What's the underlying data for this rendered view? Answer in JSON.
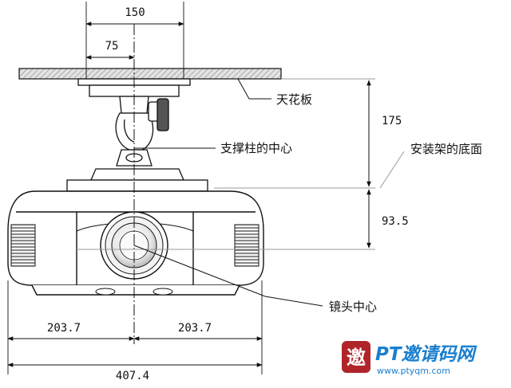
{
  "dimensions": {
    "mount_width": "150",
    "mount_half_width": "75",
    "ceiling_to_base": "175",
    "base_to_lens": "93.5",
    "left_half": "203.7",
    "right_half": "203.7",
    "total_width": "407.4"
  },
  "labels": {
    "ceiling": "天花板",
    "support_column_center": "支撑柱的中心",
    "mount_base": "安装架的底面",
    "lens_center": "镜头中心"
  },
  "watermark": {
    "seal_char": "邀",
    "brand": "PT邀请码网",
    "url": "www.ptyqm.com"
  },
  "colors": {
    "line": "#111111",
    "guide": "#9a9a9a",
    "ceiling_fill": "#d6d6d6",
    "watermark_blue": "#1a7fcf",
    "watermark_red": "#b0242a"
  }
}
